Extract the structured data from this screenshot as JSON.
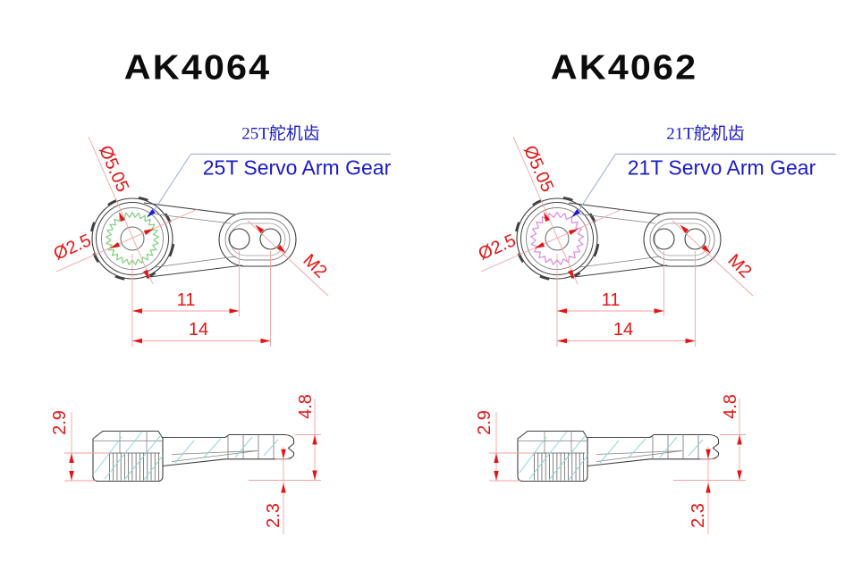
{
  "page": {
    "background": "#ffffff"
  },
  "drawings": [
    {
      "title": "AK4064",
      "gear": {
        "teeth": 25,
        "color": "#7ccf7c",
        "label_zh": "25T舵机齿",
        "label_en": "25T Servo Arm Gear"
      },
      "dims": {
        "gear_diameter": "Ø5.05",
        "bore_diameter": "Ø2.5",
        "thread": "M2",
        "hole_spacing_inner": "11",
        "hole_spacing_outer": "14",
        "hub_height": "2.9",
        "overall_height": "4.8",
        "arm_offset": "2.3"
      }
    },
    {
      "title": "AK4062",
      "gear": {
        "teeth": 21,
        "color": "#d98ad9",
        "label_zh": "21T舵机齿",
        "label_en": "21T Servo Arm Gear"
      },
      "dims": {
        "gear_diameter": "Ø5.05",
        "bore_diameter": "Ø2.5",
        "thread": "M2",
        "hole_spacing_inner": "11",
        "hole_spacing_outer": "14",
        "hub_height": "2.9",
        "overall_height": "4.8",
        "arm_offset": "2.3"
      }
    }
  ],
  "colors": {
    "dimension_red": "#e41414",
    "leader_pink": "#f2a2a2",
    "label_blue": "#1a1ac8",
    "leader_blue": "#9aa6d6",
    "outline_dark": "#3f3f3f",
    "outline_mid": "#808080",
    "spline_gray": "#555555",
    "hatch_cyan": "#8fd6d6"
  }
}
